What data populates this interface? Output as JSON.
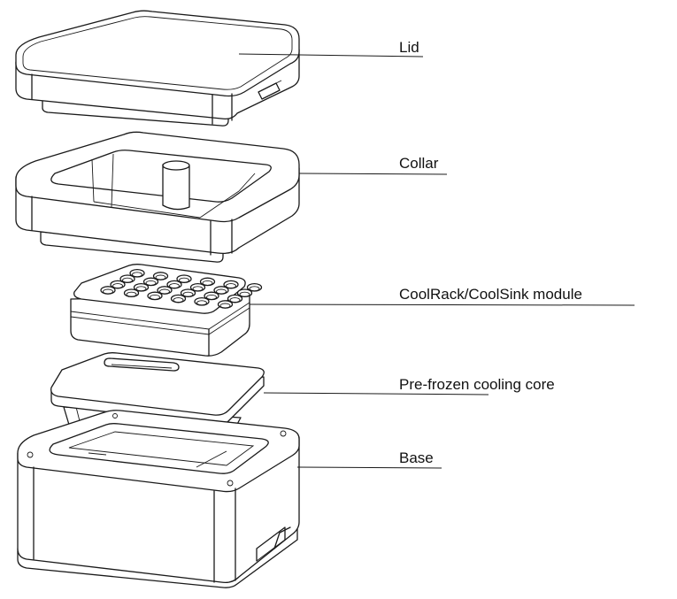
{
  "labels": {
    "lid": "Lid",
    "collar": "Collar",
    "module": "CoolRack/CoolSink module",
    "core": "Pre-frozen cooling core",
    "base": "Base"
  }
}
